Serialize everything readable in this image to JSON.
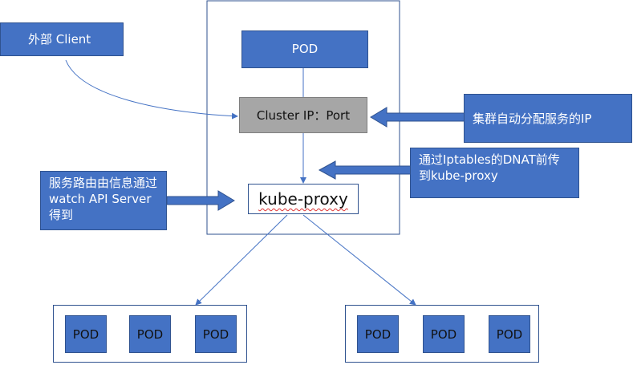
{
  "client": "外部 Client",
  "top_pod": "POD",
  "cluster_ip": "Cluster IP：Port",
  "kube_proxy": "kube-proxy",
  "note_right_top": "集群自动分配服务的IP",
  "note_right_mid": "通过Iptables的DNAT前传到kube-proxy",
  "note_left": "服务路由由信息通过watch API Server得到",
  "pods_left": [
    "POD",
    "POD",
    "POD"
  ],
  "pods_right": [
    "POD",
    "POD",
    "POD"
  ],
  "colors": {
    "box_blue": "#4472c4",
    "line": "#4472c4",
    "gray": "#a6a6a6"
  }
}
